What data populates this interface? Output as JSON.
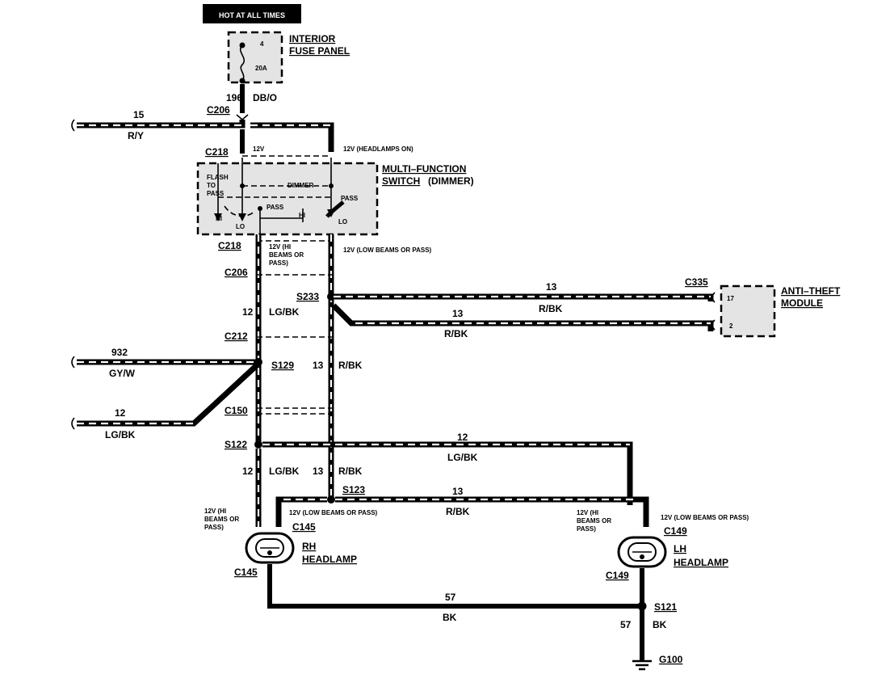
{
  "header": {
    "hot_label": "HOT AT ALL TIMES"
  },
  "fuse_panel": {
    "title_line1": "INTERIOR",
    "title_line2": "FUSE PANEL",
    "fuse_number": "4",
    "fuse_rating": "20A"
  },
  "wires": {
    "w196_num": "196",
    "w196_color": "DB/O",
    "w15_num": "15",
    "w15_color": "R/Y",
    "w12_num": "12",
    "w12_color": "LG/BK",
    "w13_num": "13",
    "w13_color": "R/BK",
    "w932_num": "932",
    "w932_color": "GY/W",
    "w57_num": "57",
    "w57_color": "BK"
  },
  "connectors": {
    "c206": "C206",
    "c218": "C218",
    "c212": "C212",
    "c150": "C150",
    "c145": "C145",
    "c149": "C149",
    "c335": "C335"
  },
  "splices": {
    "s233": "S233",
    "s129": "S129",
    "s122": "S122",
    "s123": "S123",
    "s121": "S121"
  },
  "ground": {
    "g100": "G100"
  },
  "switch": {
    "title_line1": "MULTI–FUNCTION",
    "title_line2": "SWITCH",
    "title_suffix": "(DIMMER)",
    "flash_line1": "FLASH",
    "flash_line2": "TO",
    "flash_line3": "PASS",
    "dimmer": "DIMMER",
    "pass": "PASS",
    "hi": "HI",
    "lo": "LO"
  },
  "anti_theft": {
    "title_line1": "ANTI–THEFT",
    "title_line2": "MODULE",
    "pin17": "17",
    "pin2": "2"
  },
  "headlamps": {
    "rh_line1": "RH",
    "rh_line2": "HEADLAMP",
    "lh_line1": "LH",
    "lh_line2": "HEADLAMP"
  },
  "annotations": {
    "v12": "12V",
    "v12_headlamps_on": "12V (HEADLAMPS ON)",
    "hi_beams_line1": "12V (HI",
    "hi_beams_line2": "BEAMS OR",
    "hi_beams_line3": "PASS)",
    "low_beams": "12V (LOW BEAMS OR PASS)"
  }
}
